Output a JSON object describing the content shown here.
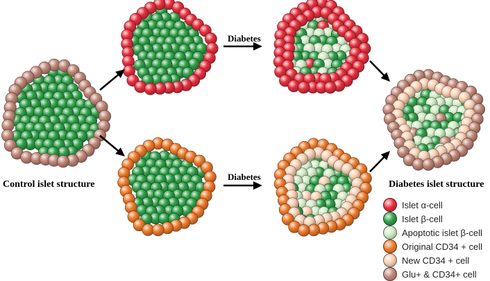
{
  "labels": {
    "control": "Control islet structure",
    "diabetes_structure": "Diabetes islet structure",
    "arrow_top": "Diabetes",
    "arrow_bottom": "Diabetes"
  },
  "legend": [
    {
      "key": "alpha",
      "label": "Islet α-cell"
    },
    {
      "key": "beta",
      "label": "Islet β-cell"
    },
    {
      "key": "apop",
      "label": "Apoptotic islet β-cell"
    },
    {
      "key": "orig",
      "label": "Original CD34 + cell"
    },
    {
      "key": "newcd",
      "label": "New CD34 + cell"
    },
    {
      "key": "glu",
      "label": "Glu+ & CD34+ cell"
    }
  ],
  "colors": {
    "alpha": "#e8303f",
    "beta": "#2f9e48",
    "apop": "#cfe9c4",
    "orig": "#ee7b2c",
    "newcd": "#f8cfb3",
    "glu": "#c08878",
    "arrow": "#000000"
  }
}
